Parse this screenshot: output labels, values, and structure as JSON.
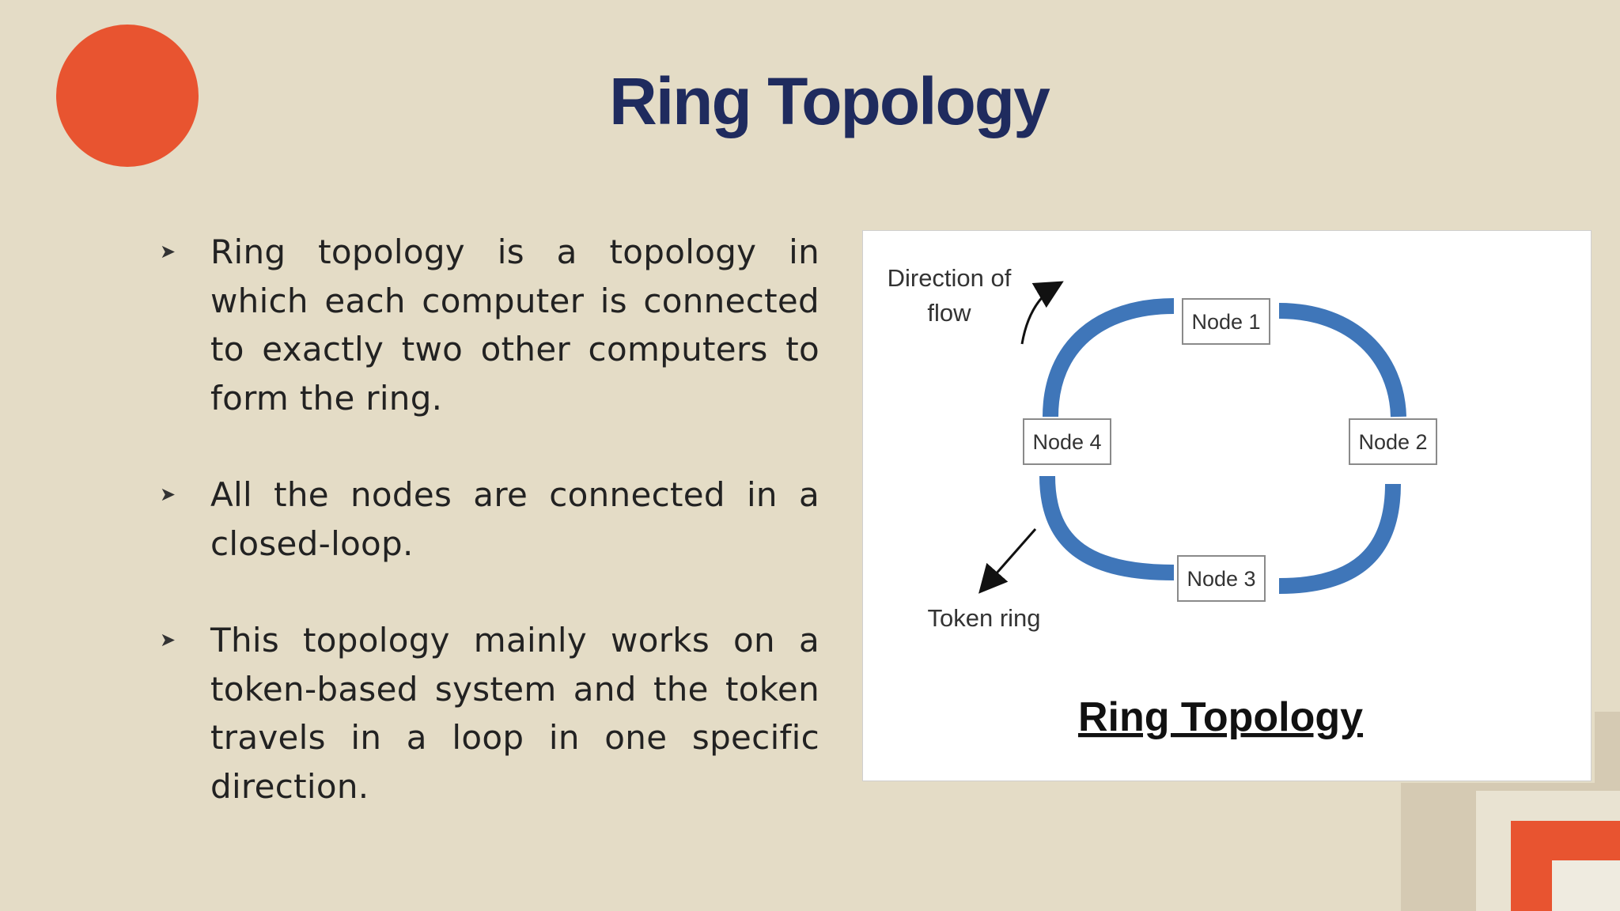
{
  "slide": {
    "title": "Ring Topology",
    "accent_color": "#e85430",
    "title_color": "#1f2b5e",
    "background_color": "#e4dcc6"
  },
  "bullets": [
    {
      "icon": "arrowhead-bullet-icon",
      "text": "Ring topology is a topology in which each computer is connected to exactly two other computers to form the ring."
    },
    {
      "icon": "arrowhead-bullet-icon",
      "text": "All the nodes are connected in a closed-loop."
    },
    {
      "icon": "arrowhead-bullet-icon",
      "text": "This topology mainly works on a token-based system and the token travels in a loop in one specific direction."
    }
  ],
  "diagram": {
    "direction_label_line1": "Direction of",
    "direction_label_line2": "flow",
    "token_label": "Token ring",
    "caption": "Ring Topology",
    "ring_color": "#3f76b9",
    "nodes": [
      "Node 1",
      "Node 2",
      "Node 3",
      "Node 4"
    ]
  }
}
